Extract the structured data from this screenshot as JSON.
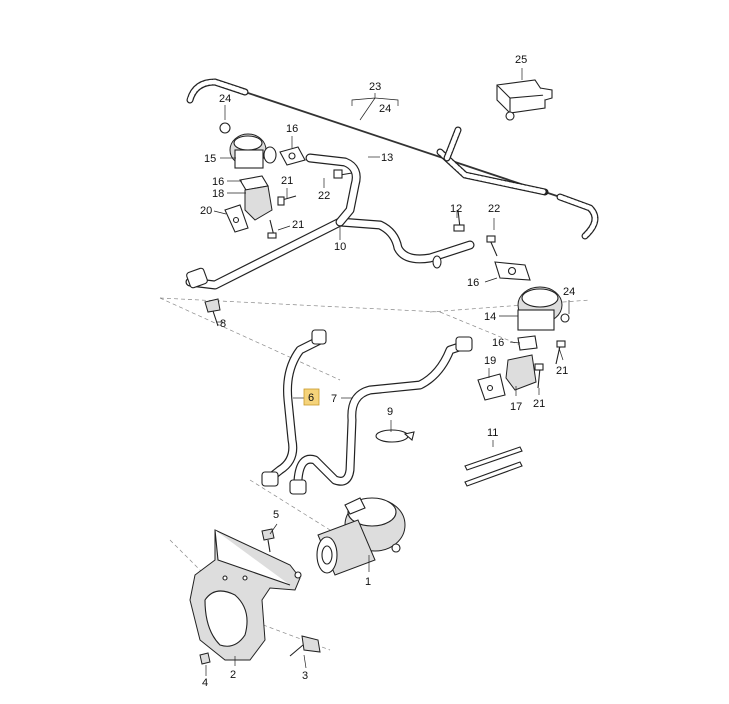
{
  "labels": [
    {
      "id": "1",
      "text": "1"
    },
    {
      "id": "2",
      "text": "2"
    },
    {
      "id": "3",
      "text": "3"
    },
    {
      "id": "4",
      "text": "4"
    },
    {
      "id": "5",
      "text": "5"
    },
    {
      "id": "6",
      "text": "6"
    },
    {
      "id": "7",
      "text": "7"
    },
    {
      "id": "8",
      "text": "8"
    },
    {
      "id": "9",
      "text": "9"
    },
    {
      "id": "10",
      "text": "10"
    },
    {
      "id": "11",
      "text": "11"
    },
    {
      "id": "12",
      "text": "12"
    },
    {
      "id": "13",
      "text": "13"
    },
    {
      "id": "14",
      "text": "14"
    },
    {
      "id": "15",
      "text": "15"
    },
    {
      "id": "16a",
      "text": "16"
    },
    {
      "id": "16b",
      "text": "16"
    },
    {
      "id": "16c",
      "text": "16"
    },
    {
      "id": "16d",
      "text": "16"
    },
    {
      "id": "17",
      "text": "17"
    },
    {
      "id": "18",
      "text": "18"
    },
    {
      "id": "19",
      "text": "19"
    },
    {
      "id": "20",
      "text": "20"
    },
    {
      "id": "21a",
      "text": "21"
    },
    {
      "id": "21b",
      "text": "21"
    },
    {
      "id": "21c",
      "text": "21"
    },
    {
      "id": "21d",
      "text": "21"
    },
    {
      "id": "22a",
      "text": "22"
    },
    {
      "id": "22b",
      "text": "22"
    },
    {
      "id": "23",
      "text": "23"
    },
    {
      "id": "24a",
      "text": "24"
    },
    {
      "id": "24b",
      "text": "24"
    },
    {
      "id": "24c",
      "text": "24"
    },
    {
      "id": "25",
      "text": "25"
    }
  ],
  "highlighted_label": "6",
  "colors": {
    "highlight_fill": "#f5d37a",
    "line": "#222222",
    "background": "#ffffff"
  }
}
